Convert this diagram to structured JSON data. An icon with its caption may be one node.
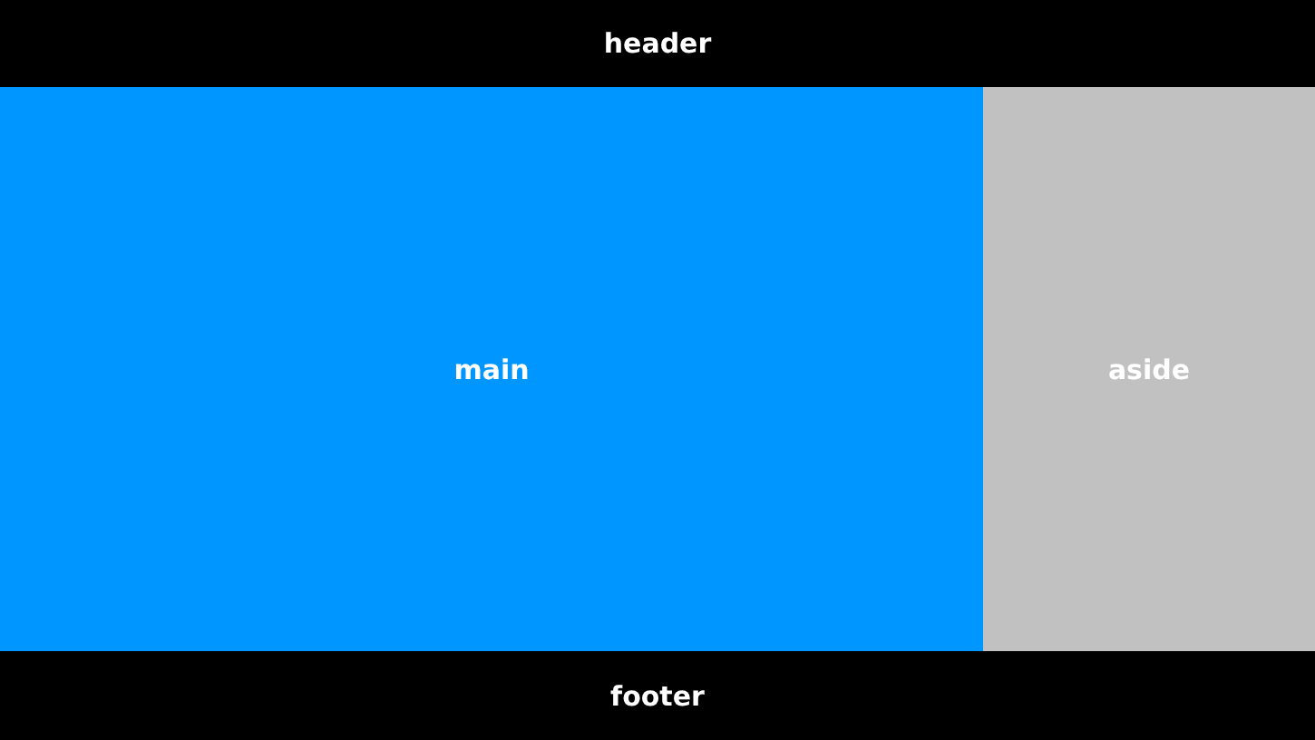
{
  "diagram": {
    "nodes": [
      {
        "text": [
          "header"
        ]
      },
      {
        "text": [
          "main"
        ]
      },
      {
        "text": [
          "aside"
        ]
      },
      {
        "text": [
          "footer"
        ]
      }
    ]
  }
}
